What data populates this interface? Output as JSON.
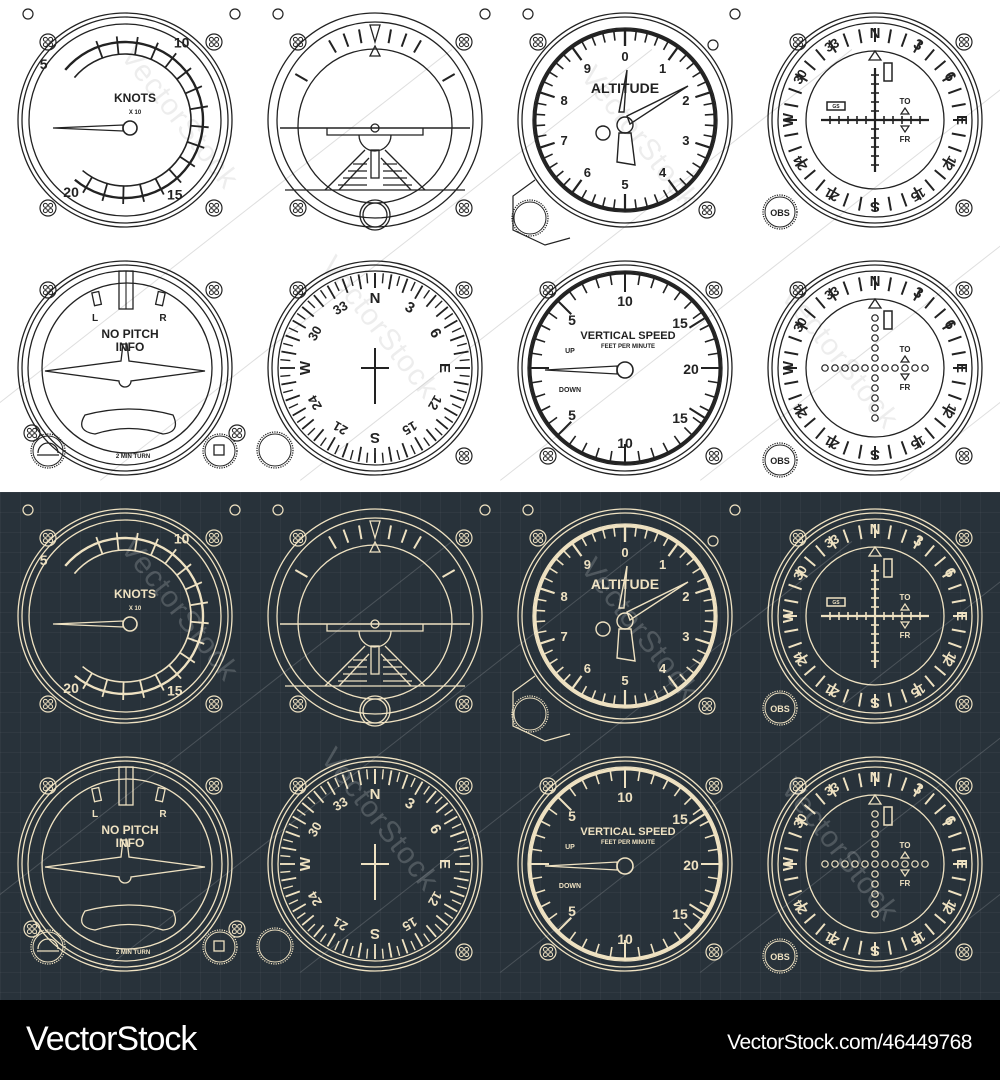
{
  "colors": {
    "light_bg": "#ffffff",
    "light_line": "#222222",
    "dark_bg": "#28323a",
    "dark_line": "#efe2c2",
    "footer_bg": "#000000",
    "footer_text": "#ffffff"
  },
  "panels": [
    {
      "id": "light",
      "label": "Black outline on white"
    },
    {
      "id": "dark",
      "label": "Cream outline on blueprint"
    }
  ],
  "instruments": [
    {
      "type": "airspeed",
      "name": "airspeed-indicator",
      "title": "KNOTS",
      "subtitle": "X 10",
      "labels": [
        "5",
        "10",
        "15",
        "20"
      ]
    },
    {
      "type": "attitude",
      "name": "attitude-indicator"
    },
    {
      "type": "altimeter",
      "name": "altimeter",
      "title": "ALTITUDE",
      "labels": [
        "0",
        "1",
        "2",
        "3",
        "4",
        "5",
        "6",
        "7",
        "8",
        "9"
      ]
    },
    {
      "type": "vor",
      "name": "vor-indicator-solid",
      "style": "solid",
      "labels": [
        "N",
        "3",
        "6",
        "E",
        "12",
        "15",
        "S",
        "21",
        "24",
        "W",
        "30",
        "33"
      ],
      "to_label": "TO",
      "from_label": "FR",
      "gs_label": "GS",
      "knob_label": "OBS"
    },
    {
      "type": "turn",
      "name": "turn-coordinator",
      "left_label": "L",
      "right_label": "R",
      "title_line1": "NO PITCH",
      "title_line2": "INFO",
      "footer_label": "2 MIN TURN"
    },
    {
      "type": "heading",
      "name": "heading-indicator",
      "labels": [
        "N",
        "3",
        "6",
        "E",
        "12",
        "15",
        "S",
        "21",
        "24",
        "W",
        "30",
        "33"
      ]
    },
    {
      "type": "vsi",
      "name": "vertical-speed-indicator",
      "title": "VERTICAL SPEED",
      "subtitle": "FEET PER MINUTE",
      "up_label": "UP",
      "down_label": "DOWN",
      "labels": [
        "5",
        "10",
        "15",
        "20",
        "15",
        "10",
        "5"
      ]
    },
    {
      "type": "vor",
      "name": "vor-indicator-dotted",
      "style": "dots",
      "labels": [
        "N",
        "3",
        "6",
        "E",
        "12",
        "15",
        "S",
        "21",
        "24",
        "W",
        "30",
        "33"
      ],
      "to_label": "TO",
      "from_label": "FR",
      "knob_label": "OBS"
    }
  ],
  "watermark": {
    "text": "VectorStock"
  },
  "footer": {
    "brand": "VectorStock",
    "url": "VectorStock.com/46449768"
  }
}
